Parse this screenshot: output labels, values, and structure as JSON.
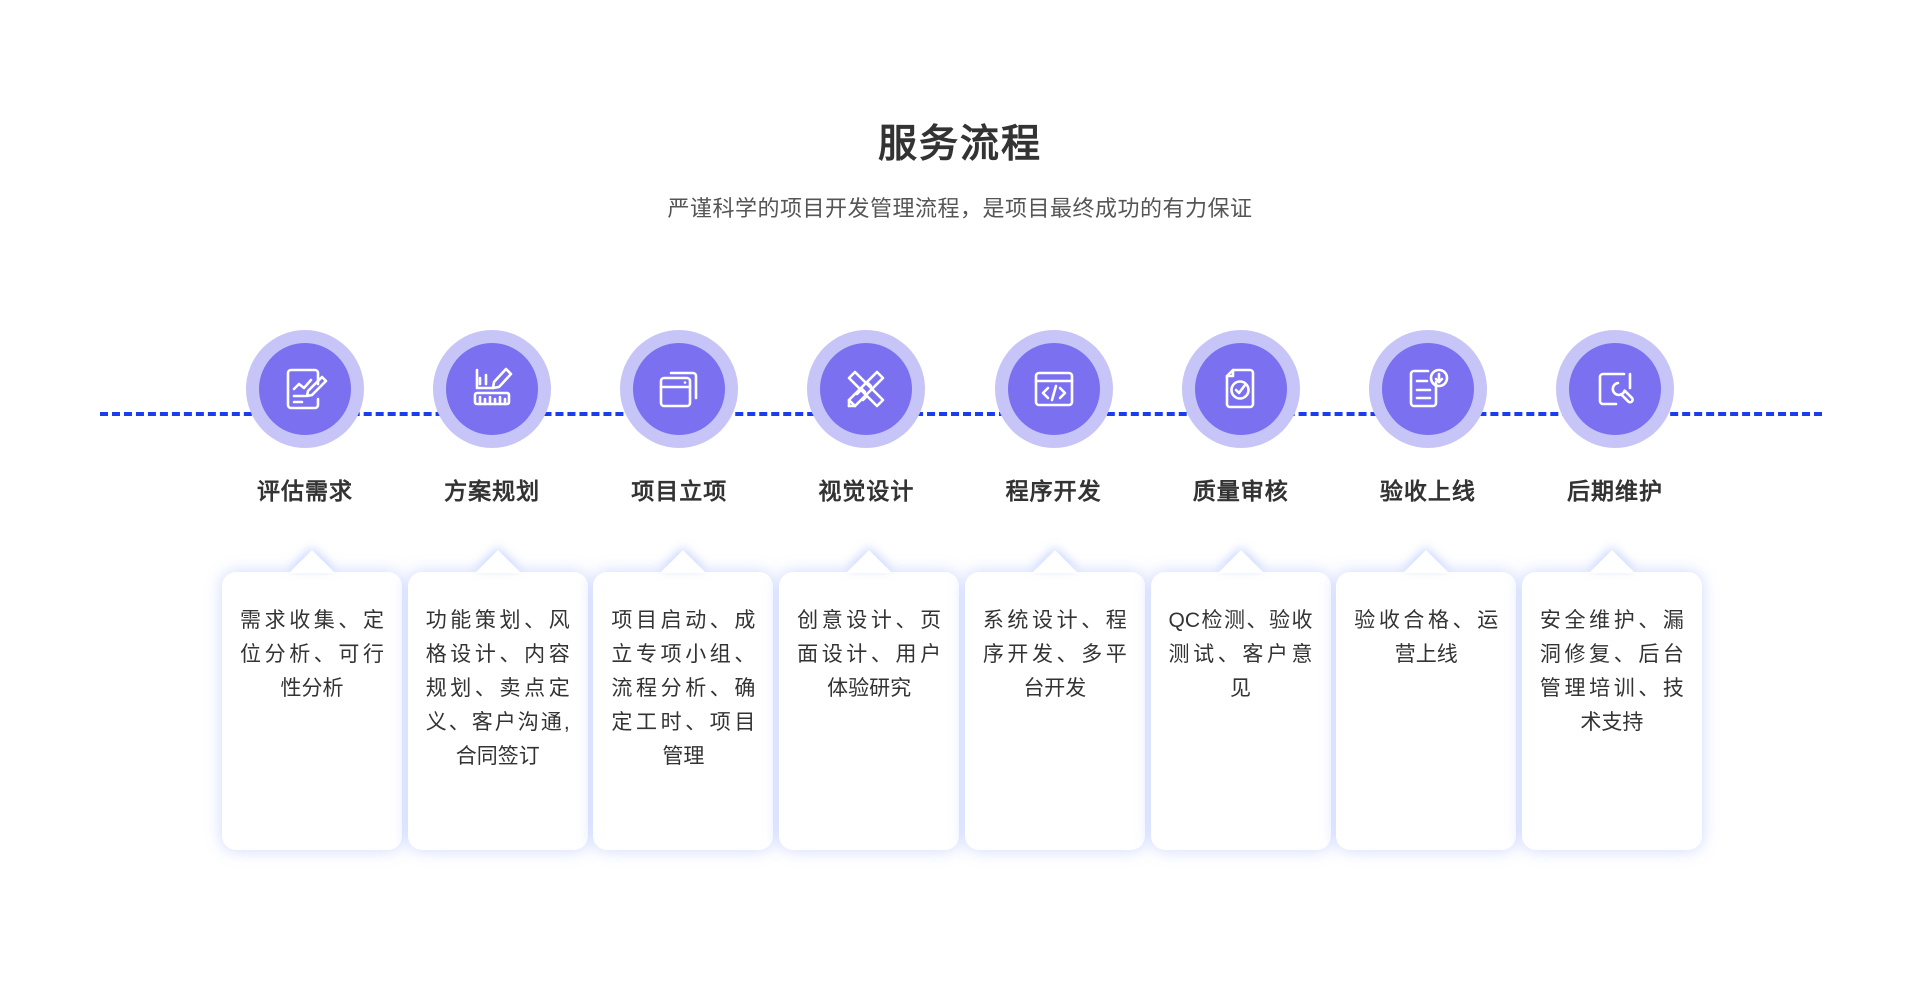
{
  "header": {
    "title": "服务流程",
    "subtitle": "严谨科学的项目开发管理流程，是项目最终成功的有力保证"
  },
  "colors": {
    "halo": "#c7c5f7",
    "disc": "#7a70f0",
    "connector_line": "#1a3df0",
    "text_dark": "#333333",
    "card_bg": "#ffffff",
    "card_glow": "rgba(120,150,255,0.38)",
    "page_bg": "#ffffff"
  },
  "flow": {
    "connector_style": "dashed",
    "steps": [
      {
        "label": "评估需求",
        "icon": "report-chart-pen-icon",
        "desc": "需求收集、定位分析、可行性分析"
      },
      {
        "label": "方案规划",
        "icon": "ruler-pen-chart-icon",
        "desc": "功能策划、风格设计、内容规划、卖点定义、客户沟通,合同签订"
      },
      {
        "label": "项目立项",
        "icon": "stacked-windows-icon",
        "desc": "项目启动、成立专项小组、流程分析、确定工时、项目管理"
      },
      {
        "label": "视觉设计",
        "icon": "pencil-ruler-cross-icon",
        "desc": "创意设计、页面设计、用户体验研究"
      },
      {
        "label": "程序开发",
        "icon": "code-browser-icon",
        "desc": "系统设计、程序开发、多平台开发"
      },
      {
        "label": "质量审核",
        "icon": "document-check-icon",
        "desc": "QC检测、验收测试、客户意见"
      },
      {
        "label": "验收上线",
        "icon": "document-download-icon",
        "desc": "验收合格、运营上线"
      },
      {
        "label": "后期维护",
        "icon": "wrench-square-icon",
        "desc": "安全维护、漏洞修复、后台管理培训、技术支持"
      }
    ]
  }
}
